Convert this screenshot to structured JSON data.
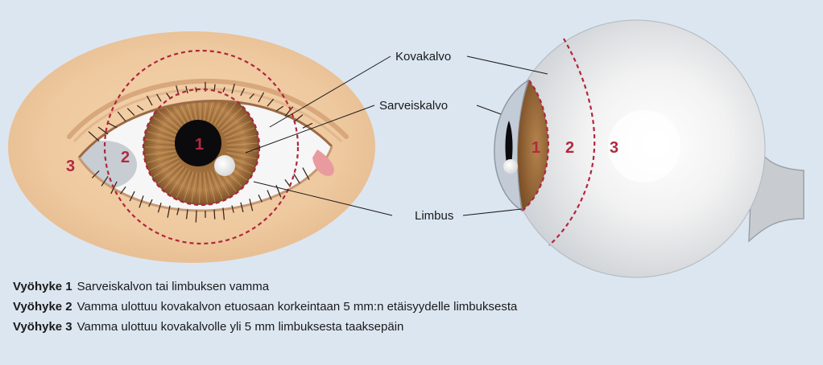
{
  "labels": {
    "sclera": "Kovakalvo",
    "cornea": "Sarveiskalvo",
    "limbus": "Limbus"
  },
  "zone_numbers": {
    "front": [
      "1",
      "2",
      "3"
    ],
    "side": [
      "1",
      "2",
      "3"
    ]
  },
  "legend": [
    {
      "zone": "Vyöhyke 1",
      "text": "Sarveiskalvon tai limbuksen vamma"
    },
    {
      "zone": "Vyöhyke 2",
      "text": "Vamma ulottuu kovakalvon etuosaan korkeintaan 5 mm:n etäisyydelle limbuksesta"
    },
    {
      "zone": "Vyöhyke 3",
      "text": "Vamma ulottuu kovakalvolle yli 5 mm limbuksesta taaksepäin"
    }
  ],
  "colors": {
    "background": "#dce6f1",
    "skin": "#f2cfa6",
    "iris": "#a8743f",
    "zone_line": "#b0253e",
    "sclera": "#f4f4f4"
  }
}
